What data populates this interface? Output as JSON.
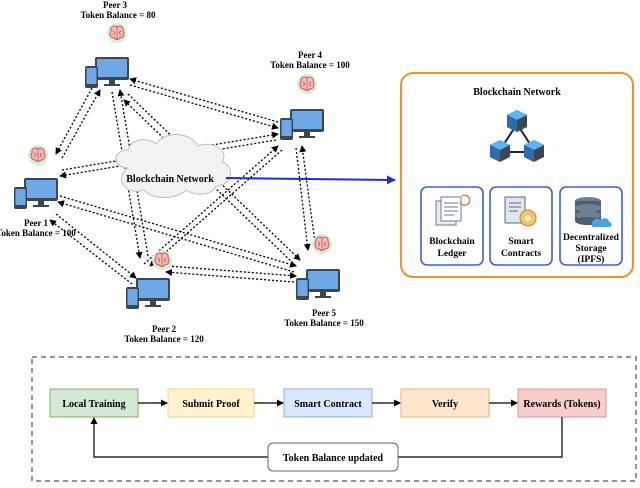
{
  "peers": [
    {
      "name": "Peer 3",
      "balance": "Token Balance = 80"
    },
    {
      "name": "Peer 4",
      "balance": "Token Balance = 100"
    },
    {
      "name": "Peer 1",
      "balance": "Token Balance = 100"
    },
    {
      "name": "Peer 2",
      "balance": "Token Balance = 120"
    },
    {
      "name": "Peer 5",
      "balance": "Token Balance = 150"
    }
  ],
  "cloud_label": "Blockchain Network",
  "blockchain_panel": {
    "title": "Blockchain Network",
    "components": [
      {
        "line1": "Blockchain",
        "line2": "Ledger",
        "line3": ""
      },
      {
        "line1": "Smart",
        "line2": "Contracts",
        "line3": ""
      },
      {
        "line1": "Decentralized",
        "line2": "Storage",
        "line3": "(IPFS)"
      }
    ]
  },
  "workflow": {
    "steps": [
      "Local Training",
      "Submit Proof",
      "Smart Contract",
      "Verify",
      "Rewards (Tokens)"
    ],
    "feedback_label": "Token Balance updated"
  },
  "colors": {
    "panel_border": "#f0932b",
    "component_border": "#3b5fd9",
    "network_arrow": "#1f2fd6",
    "step_fills": [
      "#d5e8d4",
      "#fff2cc",
      "#dae8fc",
      "#ffe6cc",
      "#f8cecc"
    ],
    "step_borders": [
      "#82b366",
      "#e8d88a",
      "#8fb0dc",
      "#e8b57a",
      "#d99a98"
    ]
  }
}
